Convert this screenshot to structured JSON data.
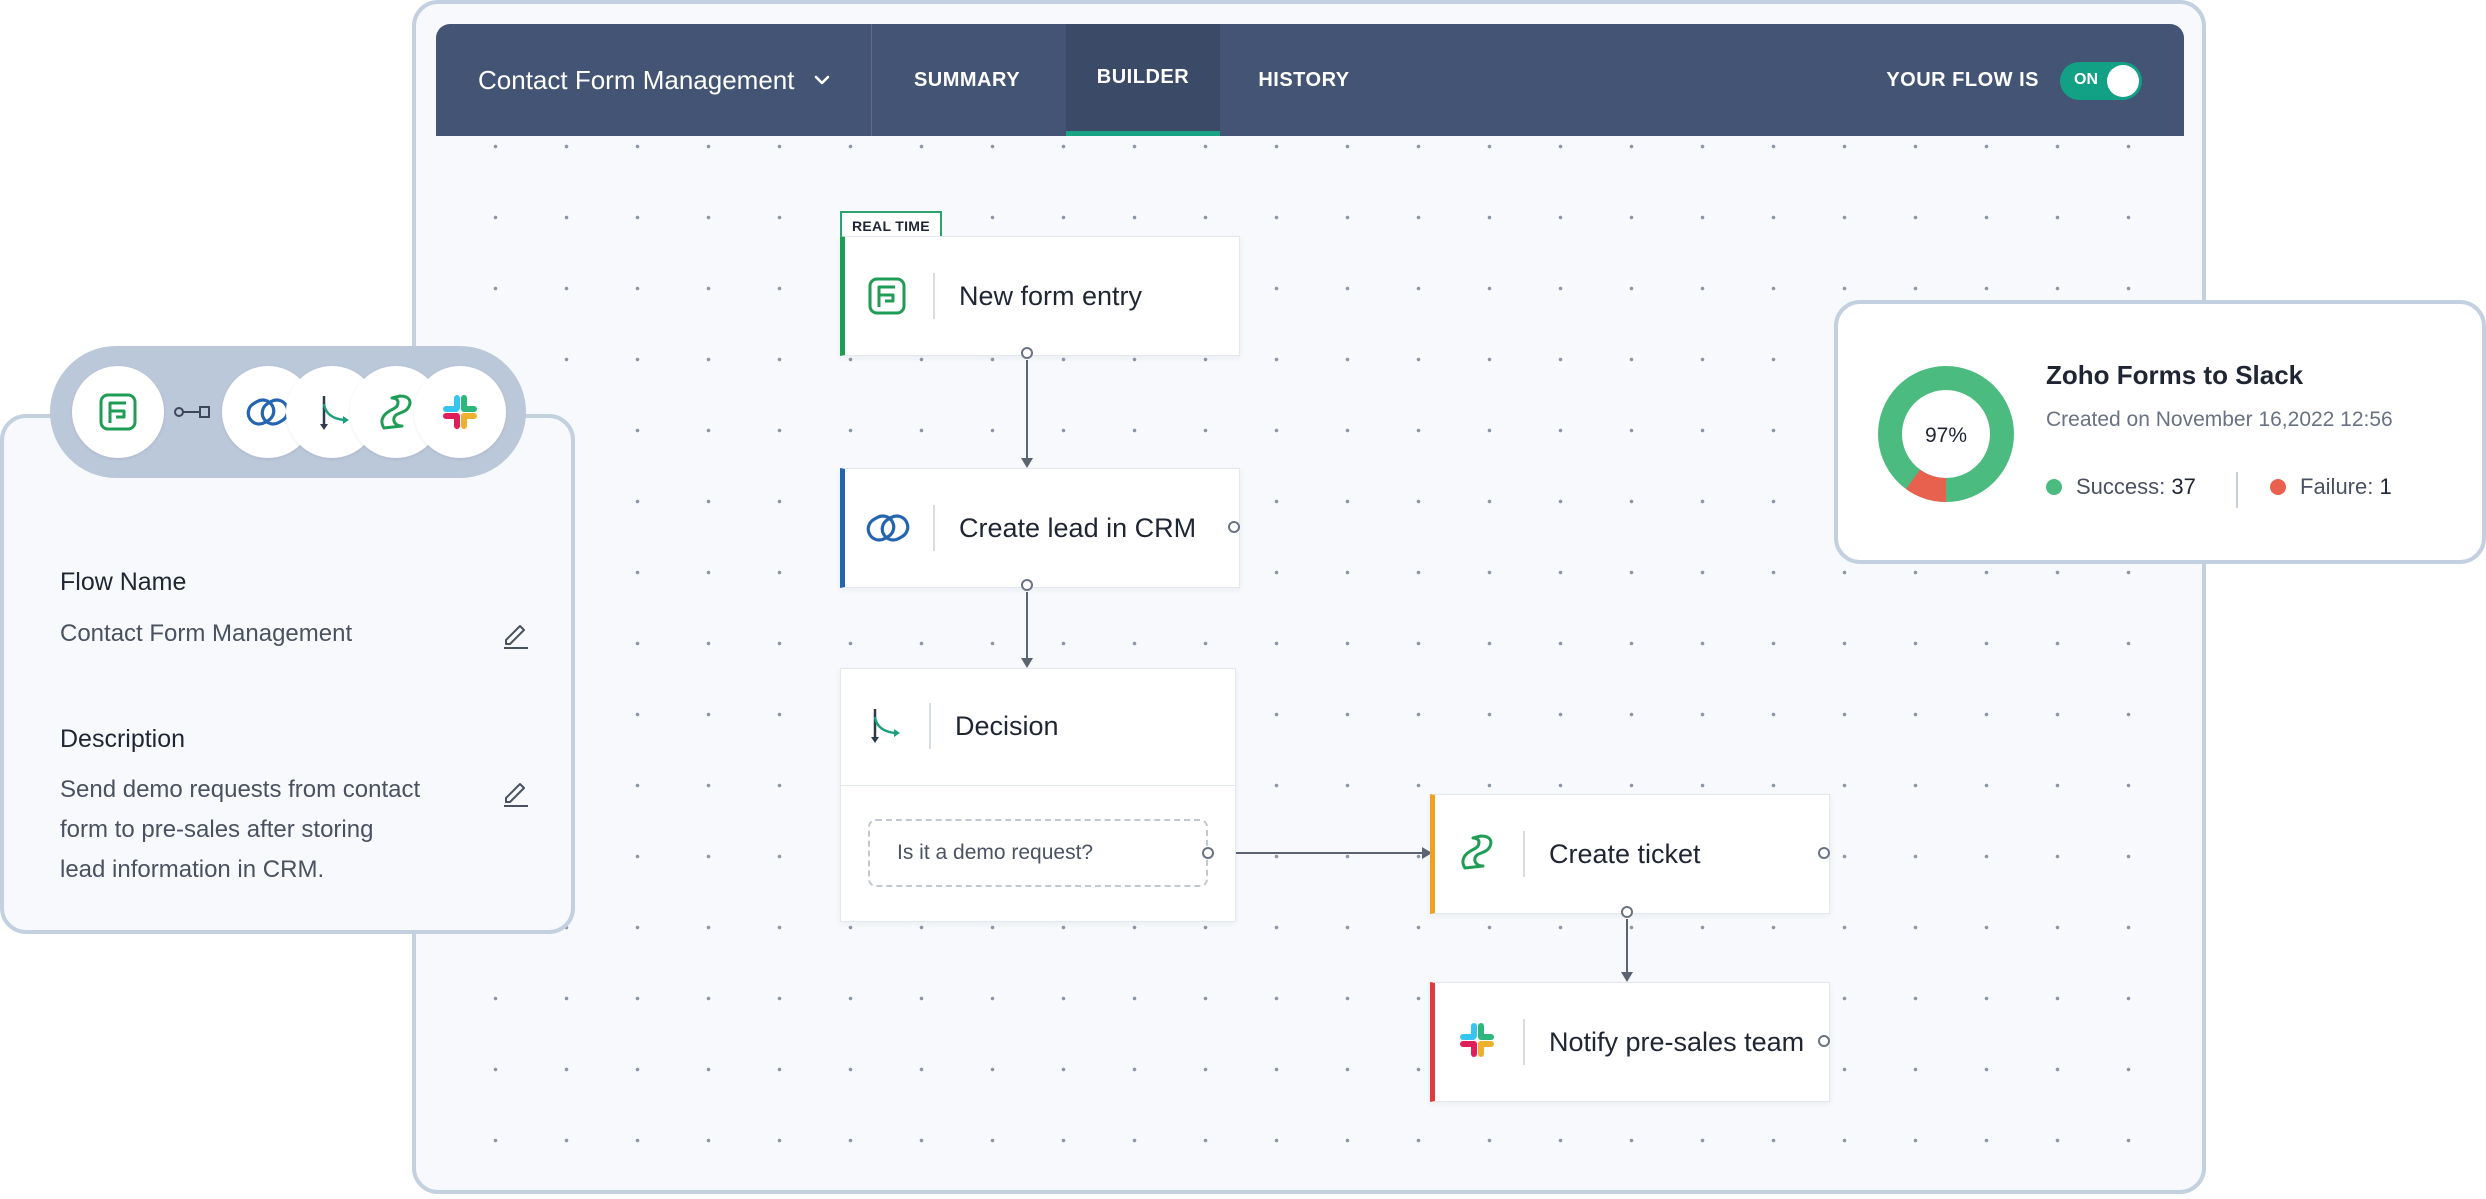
{
  "header": {
    "flow_select": "Contact Form Management",
    "tabs": [
      {
        "label": "SUMMARY",
        "active": false
      },
      {
        "label": "BUILDER",
        "active": true
      },
      {
        "label": "HISTORY",
        "active": false
      }
    ],
    "flow_status_label": "YOUR FLOW IS",
    "toggle_label": "ON",
    "toggle_on": true
  },
  "builder": {
    "trigger_badge": "REAL TIME",
    "nodes": [
      {
        "label": "New form entry",
        "icon": "zoho-forms-icon",
        "accent": "#1f9d55"
      },
      {
        "label": "Create lead in CRM",
        "icon": "zoho-crm-icon",
        "accent": "#2564b0"
      },
      {
        "label": "Decision",
        "icon": "decision-icon"
      },
      {
        "label": "Create ticket",
        "icon": "zoho-desk-icon",
        "accent": "#f0a21f"
      },
      {
        "label": "Notify pre-sales team",
        "icon": "slack-icon",
        "accent": "#e0393e"
      }
    ],
    "decision_question": "Is it a demo request?"
  },
  "detail": {
    "apps": [
      "zoho-forms-icon",
      "zoho-crm-icon",
      "decision-icon",
      "zoho-desk-icon",
      "slack-icon"
    ],
    "flow_name_label": "Flow Name",
    "flow_name": "Contact Form Management",
    "description_label": "Description",
    "description_lines": [
      "Send demo requests from contact",
      "form to pre-sales after storing",
      "lead information in CRM."
    ]
  },
  "stats": {
    "title": "Zoho Forms to Slack",
    "created": "Created on November 16,2022 12:56",
    "success_rate": 97,
    "success_rate_label": "97%",
    "success_label": "Success: ",
    "success_count": "37",
    "failure_label": "Failure: ",
    "failure_count": "1",
    "colors": {
      "success": "#4cbb7f",
      "failure": "#e8614f"
    }
  }
}
